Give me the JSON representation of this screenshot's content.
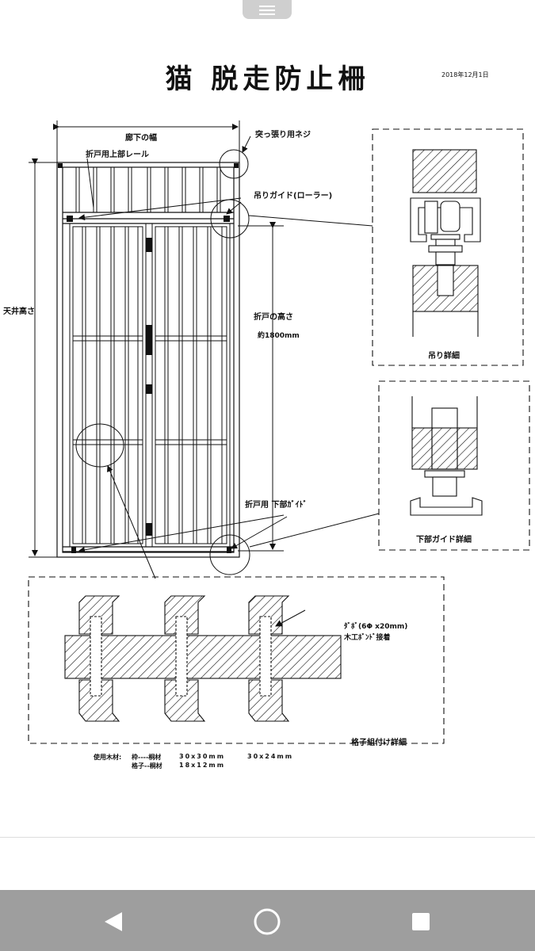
{
  "title": "猫 脱走防止柵",
  "date": "2018年12月1日",
  "labels": {
    "corridor_width": "廊下の幅",
    "tension_screw": "突っ張り用ネジ",
    "upper_rail": "折戸用上部レール",
    "hanging_guide": "吊りガイド(ローラー)",
    "ceiling_height": "天井高さ",
    "door_height": "折戸の高さ",
    "door_height_value": "約1800mm",
    "door_lower_guide": "折戸用 下部ｶﾞｲﾄﾞ",
    "hanging_detail": "吊り詳細",
    "lower_guide_detail": "下部ガイド詳細",
    "dowel": "ﾀﾞﾎﾞ(6Φ x20mm)",
    "wood_bond": "木工ﾎﾞﾝﾄﾞ接着",
    "lattice_detail": "格子組付け詳細"
  },
  "materials": {
    "heading": "使用木材:",
    "frame_label": "枠----桐材",
    "frame_size_1": "30x30mm",
    "frame_size_2": "30x24mm",
    "lattice_label": "格子--桐材",
    "lattice_size": "18x12mm"
  },
  "nav": {
    "back": "back-icon",
    "home": "home-icon",
    "recents": "recents-icon"
  }
}
